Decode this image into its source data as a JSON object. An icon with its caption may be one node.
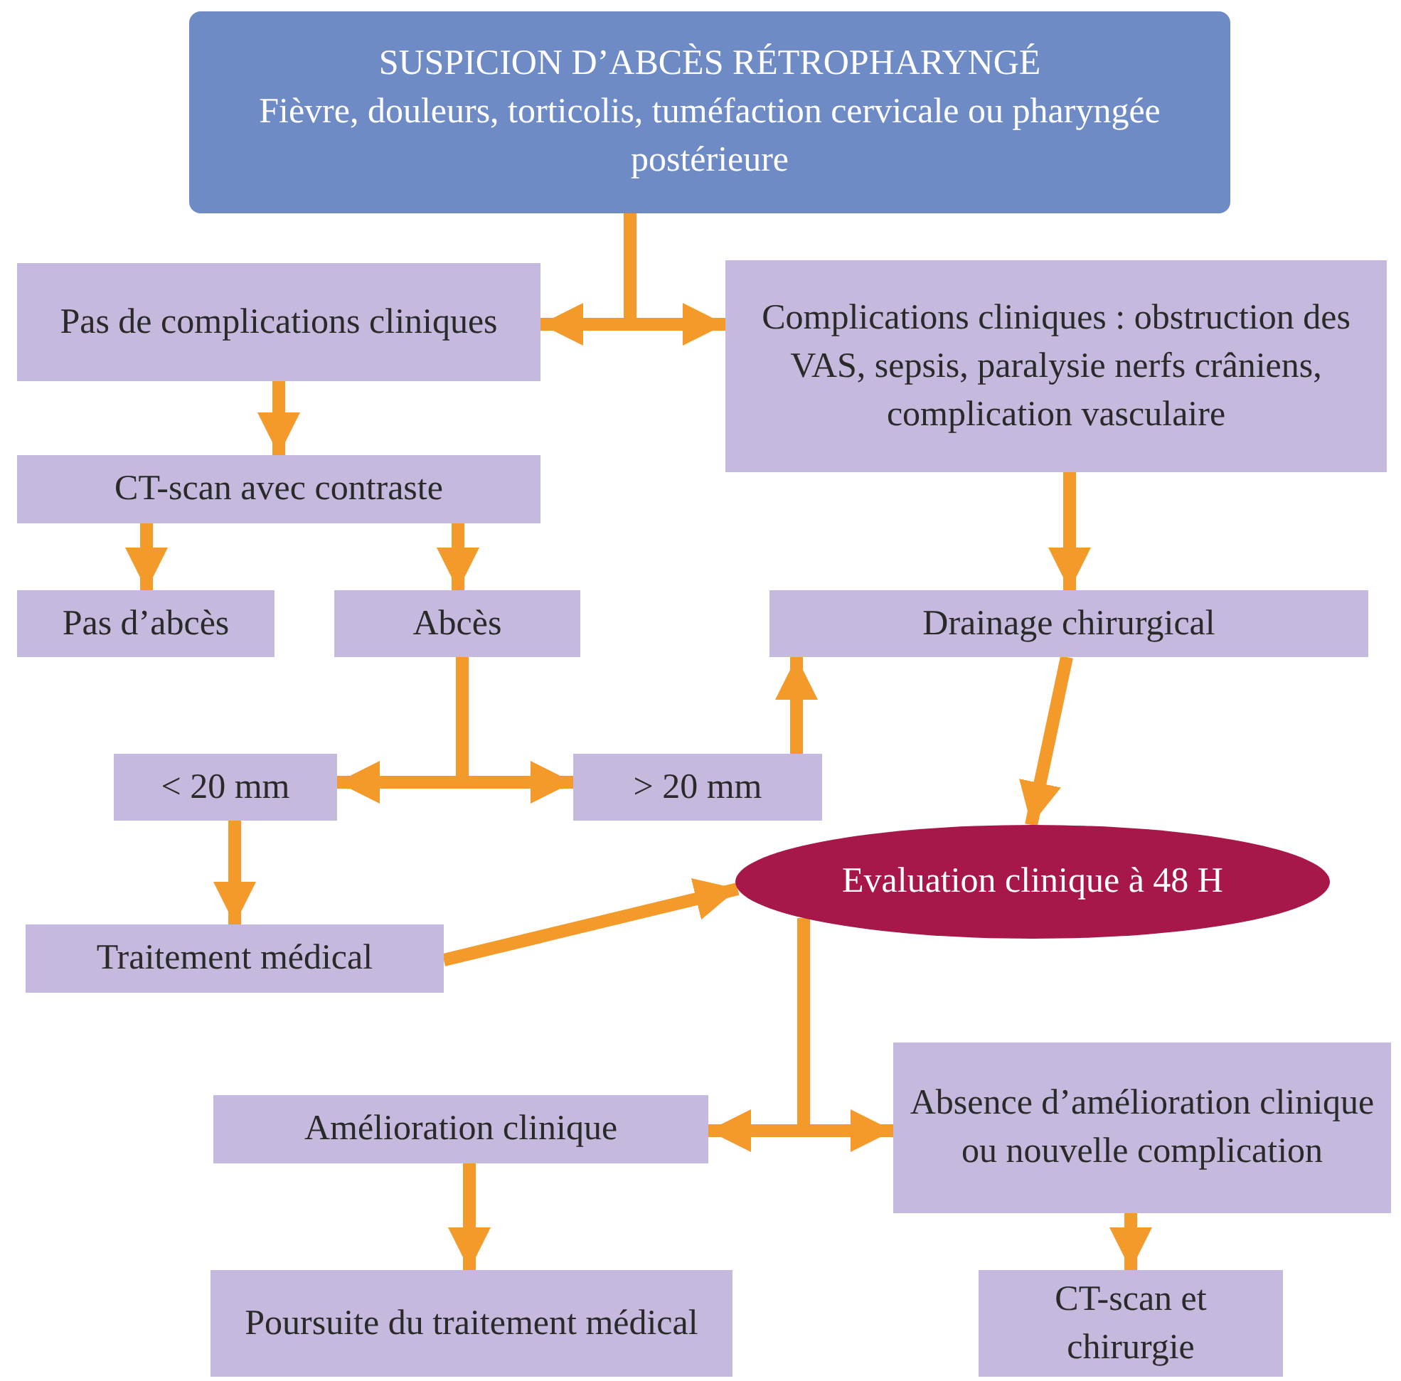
{
  "diagram": {
    "nodes": [
      {
        "text": [
          "SUSPICION D’ABCÈS RÉTROPHARYNGÉ",
          "Fièvre, douleurs, torticolis, tuméfaction cervicale ou pharyngée postérieure"
        ]
      },
      {
        "text": [
          "Pas de complications cliniques"
        ]
      },
      {
        "text": [
          "Complications cliniques : obstruction des VAS, sepsis, paralysie nerfs crâniens, complication vasculaire"
        ]
      },
      {
        "text": [
          "CT-scan avec contraste"
        ]
      },
      {
        "text": [
          "Pas d’abcès"
        ]
      },
      {
        "text": [
          "Abcès"
        ]
      },
      {
        "text": [
          "Drainage chirurgical"
        ]
      },
      {
        "text": [
          "< 20 mm"
        ]
      },
      {
        "text": [
          "> 20 mm"
        ]
      },
      {
        "text": [
          "Evaluation clinique à 48 H"
        ]
      },
      {
        "text": [
          "Traitement médical"
        ]
      },
      {
        "text": [
          "Amélioration clinique"
        ]
      },
      {
        "text": [
          "Absence d’amélioration clinique ou nouvelle complication"
        ]
      },
      {
        "text": [
          "Poursuite du traitement médical"
        ]
      },
      {
        "text": [
          "CT-scan et chirurgie"
        ]
      }
    ],
    "edges": [
      {
        "from": 0,
        "to": 1,
        "arrow": "to"
      },
      {
        "from": 0,
        "to": 2,
        "arrow": "to"
      },
      {
        "from": 1,
        "to": 3,
        "arrow": "to"
      },
      {
        "from": 3,
        "to": 4,
        "arrow": "to"
      },
      {
        "from": 3,
        "to": 5,
        "arrow": "to"
      },
      {
        "from": 5,
        "to": 7,
        "arrow": "to"
      },
      {
        "from": 5,
        "to": 8,
        "arrow": "to"
      },
      {
        "from": 8,
        "to": 6,
        "arrow": "to"
      },
      {
        "from": 2,
        "to": 6,
        "arrow": "to"
      },
      {
        "from": 6,
        "to": 9,
        "arrow": "to"
      },
      {
        "from": 7,
        "to": 10,
        "arrow": "to"
      },
      {
        "from": 10,
        "to": 9,
        "arrow": "to"
      },
      {
        "from": 9,
        "to": 11,
        "arrow": "to"
      },
      {
        "from": 9,
        "to": 12,
        "arrow": "to"
      },
      {
        "from": 11,
        "to": 13,
        "arrow": "to"
      },
      {
        "from": 12,
        "to": 14,
        "arrow": "to"
      }
    ]
  }
}
